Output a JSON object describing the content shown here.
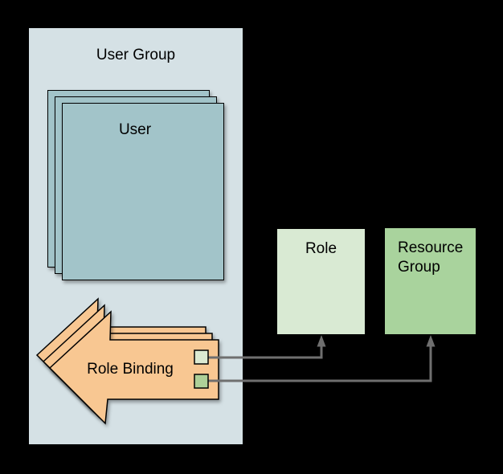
{
  "diagram": {
    "background": "#000000"
  },
  "user_group": {
    "label": "User Group",
    "fill": "#d5e1e5"
  },
  "user_stack": {
    "label": "User",
    "fill": "#a2c4c9",
    "border": "#000000",
    "card_count": 3
  },
  "role_binding": {
    "label": "Role Binding",
    "fill": "#f8c792",
    "border": "#000000",
    "layer_count": 3,
    "ports": {
      "role_port_fill": "#dcead2",
      "resource_group_port_fill": "#aed098"
    }
  },
  "role_box": {
    "label": "Role",
    "fill": "#d9ead3"
  },
  "resource_group_box": {
    "label": "Resource Group",
    "fill": "#a9d39d"
  },
  "connectors": {
    "color": "#6f6f6f",
    "items": [
      {
        "from": "role-binding-role-port",
        "to": "role-box"
      },
      {
        "from": "role-binding-resource-group-port",
        "to": "resource-group-box"
      }
    ]
  }
}
